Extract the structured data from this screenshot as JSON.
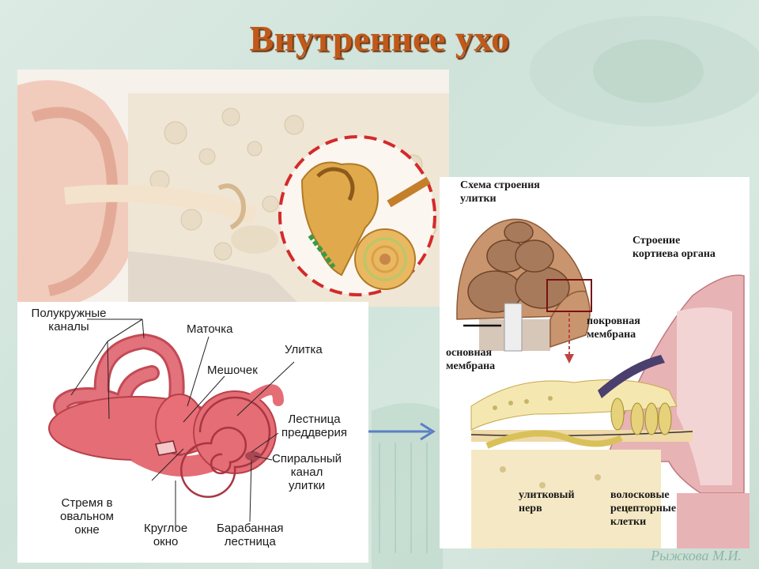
{
  "slide": {
    "title": "Внутреннее ухо",
    "author": "Рыжкова М.И.",
    "colors": {
      "title": "#c0591a",
      "background": "#d5e8df",
      "labyrinth": "#e0606a",
      "highlight_circle": "#d42a2a",
      "arrow": "#5b7fc4"
    }
  },
  "labyrinth": {
    "labels": {
      "semicircular": "Полукружные\nканалы",
      "utricle": "Маточка",
      "cochlea": "Улитка",
      "saccule": "Мешочек",
      "scala_vestibuli": "Лестница\nпреддверия",
      "spiral_canal": "Спиральный\nканал\nулитки",
      "stapes": "Стремя в\nовальном\nокне",
      "round_window": "Круглое\nокно",
      "scala_tympani": "Барабанная\nлестница"
    }
  },
  "cochlea_scheme": {
    "labels": {
      "scheme_title": "Схема строения\nулитки",
      "organ_title": "Строение\nкортиева органа",
      "tectorial": "покровная\nмембрана",
      "basilar": "основная\nмембрана",
      "cochlear_nerve": "улитковый\nнерв",
      "hair_cells": "волосковые\nрецепторные\nклетки"
    }
  }
}
